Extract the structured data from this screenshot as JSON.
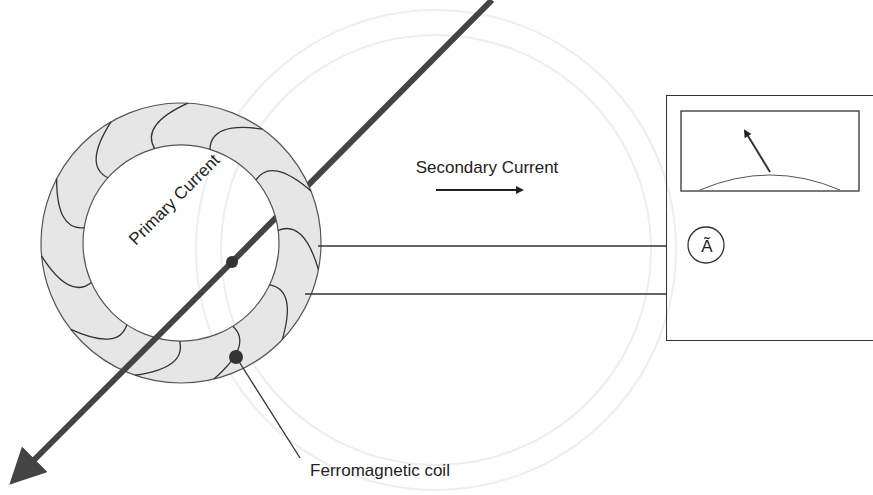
{
  "diagram": {
    "nodes": [
      {
        "text": [
          "Ã"
        ]
      }
    ],
    "labels": [
      "Primary Current",
      "Secondary Current",
      "Ferromagnetic coil"
    ]
  }
}
